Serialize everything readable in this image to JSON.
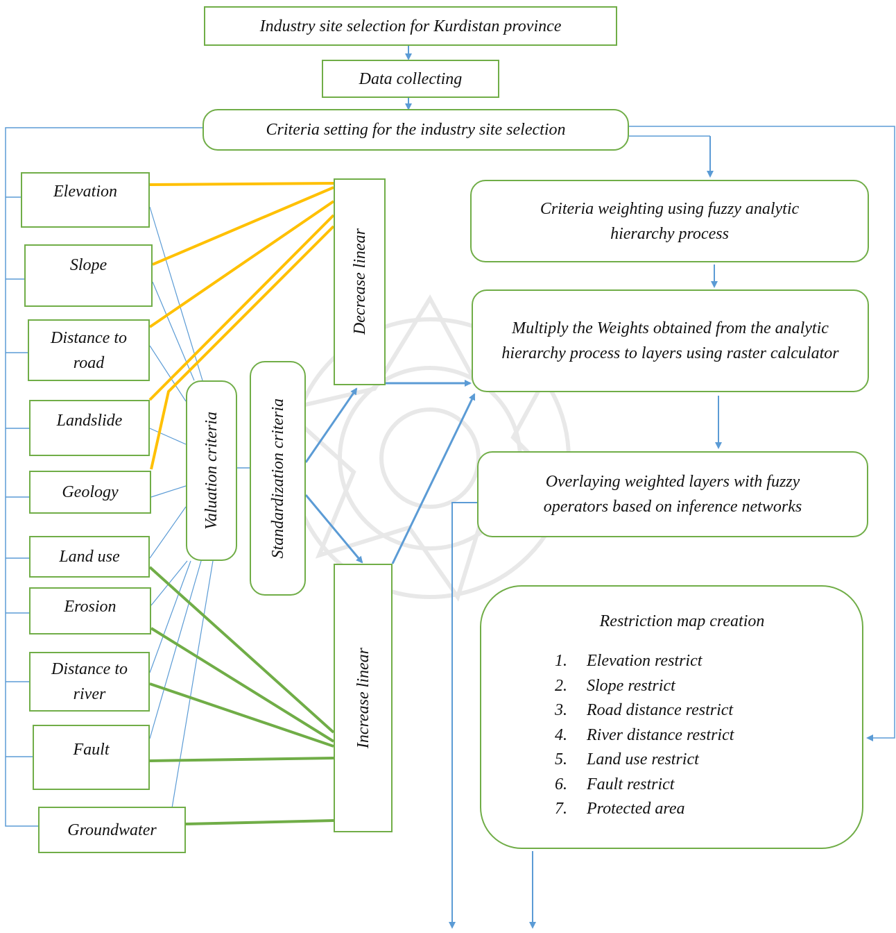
{
  "title_box": "Industry site selection for Kurdistan province",
  "data_box": "Data collecting",
  "criteria_setting_box": "Criteria setting for the industry site selection",
  "criteria": [
    {
      "label": "Elevation",
      "function": "Decrease linear"
    },
    {
      "label": "Slope",
      "function": "Decrease linear"
    },
    {
      "label": "Distance to road",
      "function": "Decrease linear"
    },
    {
      "label": "Landslide",
      "function": "Decrease linear"
    },
    {
      "label": "Geology",
      "function": "Decrease linear"
    },
    {
      "label": "Land use",
      "function": "Increase linear"
    },
    {
      "label": "Erosion",
      "function": "Increase linear"
    },
    {
      "label": "Distance to river",
      "function": "Increase linear"
    },
    {
      "label": "Fault",
      "function": "Increase linear"
    },
    {
      "label": "Groundwater",
      "function": "Increase linear"
    }
  ],
  "valuation_box": "Valuation criteria",
  "standardization_box": "Standardization criteria",
  "decrease_box": "Decrease linear",
  "increase_box": "Increase linear",
  "weighting_box": "Criteria weighting using fuzzy analytic hierarchy process",
  "multiply_box": "Multiply the Weights obtained from the analytic hierarchy process to layers using raster calculator",
  "overlay_box": "Overlaying weighted layers with fuzzy operators based on inference networks",
  "restriction": {
    "title": "Restriction map creation",
    "items": [
      "Elevation restrict",
      "Slope restrict",
      "Road distance restrict",
      "River distance restrict",
      "Land use restrict",
      "Fault restrict",
      "Protected area"
    ]
  },
  "colors": {
    "box_border": "#70ad47",
    "arrow": "#5b9bd5",
    "decrease_link": "#ffc000",
    "increase_link": "#70ad47",
    "thin_link": "#5b9bd5"
  }
}
